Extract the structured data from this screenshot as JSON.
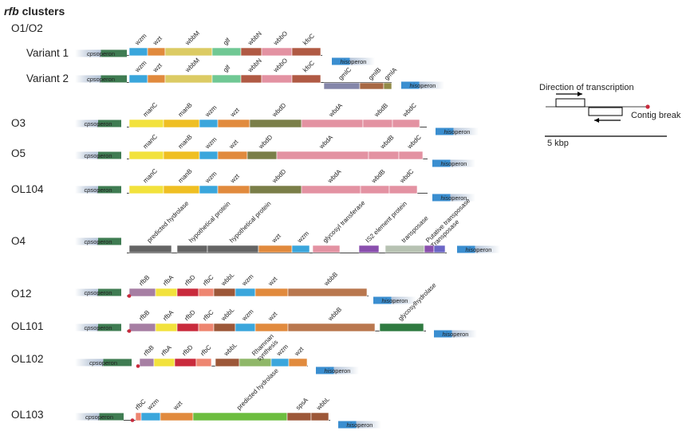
{
  "title": {
    "prefix": "rfb",
    "rest": "clusters"
  },
  "colors": {
    "yellow": "#f2e23c",
    "orange": "#e18a3d",
    "blue": "#3aa6dc",
    "pink": "#e392a2",
    "brown": "#b05a44",
    "tan": "#dccb64",
    "teal": "#70c894",
    "olive": "#7a7e48",
    "gold": "#efbf22",
    "purple": "#8a4fae",
    "pblue": "#6c66c6",
    "grey": "#646464",
    "mauve": "#a67ea3",
    "red": "#c92a3c",
    "salmon": "#ee8570",
    "mbrown": "#9c5738",
    "green": "#6cbd3e",
    "dgreen": "#2e7a40",
    "sage": "#b7c2b2",
    "tbrown": "#b9774e",
    "slate": "#8486a9",
    "lgreen": "#8fb768",
    "olive2": "#928a48",
    "nbrown": "#a76844",
    "cps": "#3f7c52",
    "his": "#3a8ed0"
  },
  "operons": {
    "cps": "cps",
    "his": "his",
    "suffix": "operon"
  },
  "rows": [
    {
      "name": "O1/O2"
    },
    {
      "name": "Variant 1",
      "genes": [
        [
          "wzm",
          162,
          185,
          "blue"
        ],
        [
          "wzt",
          185,
          207,
          "orange"
        ],
        [
          "wbbM",
          207,
          266,
          "tan"
        ],
        [
          "glf",
          266,
          302,
          "teal"
        ],
        [
          "wbbN",
          302,
          328,
          "brown"
        ],
        [
          "wbbO",
          328,
          366,
          "pink"
        ],
        [
          "kfoC",
          366,
          402,
          "brown"
        ]
      ]
    },
    {
      "name": "Variant 2",
      "genes": [
        [
          "wzm",
          162,
          185,
          "blue"
        ],
        [
          "wzt",
          185,
          207,
          "orange"
        ],
        [
          "wbbM",
          207,
          266,
          "tan"
        ],
        [
          "glf",
          266,
          302,
          "teal"
        ],
        [
          "wbbN",
          302,
          328,
          "brown"
        ],
        [
          "wbbO",
          328,
          366,
          "pink"
        ],
        [
          "kfoC",
          366,
          402,
          "brown"
        ],
        [
          "gmlC",
          406,
          451,
          "slate"
        ],
        [
          "gmlB",
          451,
          481,
          "nbrown"
        ],
        [
          "gmlA",
          481,
          491,
          "olive2"
        ]
      ]
    },
    {
      "name": "O3",
      "genes": [
        [
          "manC",
          162,
          205,
          "yellow"
        ],
        [
          "manB",
          205,
          250,
          "gold"
        ],
        [
          "wzm",
          250,
          273,
          "blue"
        ],
        [
          "wzt",
          273,
          313,
          "orange"
        ],
        [
          "wbdD",
          313,
          378,
          "olive"
        ],
        [
          "wbdA",
          378,
          455,
          "pink"
        ],
        [
          "wbdB",
          455,
          492,
          "pink"
        ],
        [
          "wbdC",
          492,
          526,
          "pink"
        ]
      ]
    },
    {
      "name": "O5",
      "genes": [
        [
          "manC",
          162,
          205,
          "yellow"
        ],
        [
          "manB",
          205,
          250,
          "gold"
        ],
        [
          "wzm",
          250,
          273,
          "blue"
        ],
        [
          "wzt",
          273,
          310,
          "orange"
        ],
        [
          "wbdD",
          310,
          347,
          "olive"
        ],
        [
          "wbdA",
          347,
          462,
          "pink"
        ],
        [
          "wbdB",
          462,
          500,
          "pink"
        ],
        [
          "wbdC",
          500,
          530,
          "pink"
        ]
      ]
    },
    {
      "name": "OL104",
      "genes": [
        [
          "manC",
          162,
          205,
          "yellow"
        ],
        [
          "manB",
          205,
          250,
          "gold"
        ],
        [
          "wzm",
          250,
          273,
          "blue"
        ],
        [
          "wzt",
          273,
          313,
          "orange"
        ],
        [
          "wbdD",
          313,
          378,
          "olive"
        ],
        [
          "wbdA",
          378,
          452,
          "pink"
        ],
        [
          "wbdB",
          452,
          488,
          "pink"
        ],
        [
          "wbdC",
          488,
          523,
          "pink"
        ]
      ]
    },
    {
      "name": "O4",
      "genes": [
        [
          "predicted hydrolase",
          162,
          215,
          "grey"
        ],
        [
          "hypothetical protein",
          222,
          260,
          "grey"
        ],
        [
          "hypothetical protein",
          260,
          324,
          "grey"
        ],
        [
          "wzt",
          324,
          366,
          "orange"
        ],
        [
          "wzm",
          366,
          388,
          "blue"
        ],
        [
          "glycosyl transferase",
          392,
          426,
          "pink"
        ],
        [
          "IS2 element protein",
          450,
          475,
          "purple"
        ],
        [
          "transposase",
          483,
          532,
          "sage"
        ],
        [
          "Putative transposase\nTransposase",
          532,
          544,
          "purple"
        ],
        [
          "",
          544,
          558,
          "pblue"
        ]
      ]
    },
    {
      "name": "O12",
      "genes": [
        [
          "rfbB",
          162,
          195,
          "mauve"
        ],
        [
          "rfbA",
          195,
          222,
          "yellow"
        ],
        [
          "rfbD",
          222,
          249,
          "red"
        ],
        [
          "rfbC",
          249,
          268,
          "salmon"
        ],
        [
          "wbbL",
          268,
          295,
          "mbrown"
        ],
        [
          "wzm",
          295,
          320,
          "blue"
        ],
        [
          "wzt",
          320,
          361,
          "orange"
        ],
        [
          "wbbB",
          361,
          460,
          "tbrown"
        ]
      ]
    },
    {
      "name": "OL101",
      "genes": [
        [
          "rfbB",
          162,
          195,
          "mauve"
        ],
        [
          "rfbA",
          195,
          222,
          "yellow"
        ],
        [
          "rfbD",
          222,
          249,
          "red"
        ],
        [
          "rfbC",
          249,
          268,
          "salmon"
        ],
        [
          "wbbL",
          268,
          295,
          "mbrown"
        ],
        [
          "wzm",
          295,
          320,
          "blue"
        ],
        [
          "wzt",
          320,
          361,
          "orange"
        ],
        [
          "wbbB",
          361,
          470,
          "tbrown"
        ],
        [
          "glycosylhydrolase",
          476,
          531,
          "dgreen"
        ]
      ]
    },
    {
      "name": "OL102",
      "genes": [
        [
          "rfbB",
          175,
          193,
          "mauve"
        ],
        [
          "rfbA",
          193,
          219,
          "yellow"
        ],
        [
          "rfbD",
          219,
          246,
          "red"
        ],
        [
          "rfbC",
          246,
          265,
          "salmon"
        ],
        [
          "wbbL",
          270,
          300,
          "mbrown"
        ],
        [
          "Rhamnan\nsynthesis",
          300,
          340,
          "lgreen"
        ],
        [
          "wzm",
          340,
          362,
          "blue"
        ],
        [
          "wzt",
          362,
          385,
          "orange"
        ]
      ]
    },
    {
      "name": "OL103",
      "genes": [
        [
          "rfbC",
          170,
          177,
          "salmon"
        ],
        [
          "wzm",
          177,
          201,
          "blue"
        ],
        [
          "wzt",
          201,
          242,
          "orange"
        ],
        [
          "predicted hydrolase",
          242,
          360,
          "green"
        ],
        [
          "spsA",
          360,
          390,
          "mbrown"
        ],
        [
          "wbbL",
          390,
          412,
          "mbrown"
        ]
      ]
    }
  ],
  "legend": {
    "direction": "Direction of transcription",
    "contig_break": "Contig break",
    "scale": "5 kbp"
  }
}
